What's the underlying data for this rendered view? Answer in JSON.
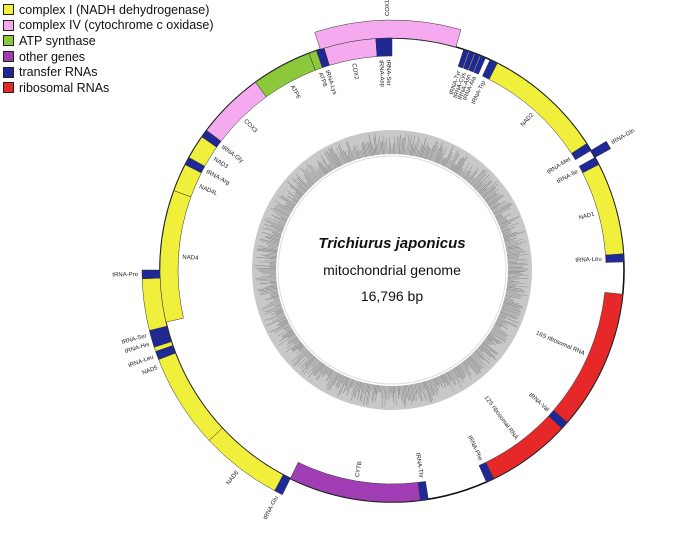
{
  "legend": {
    "items": [
      {
        "label": "complex I (NADH dehydrogenase)",
        "color": "#f0f03c"
      },
      {
        "label": "complex IV (cytochrome c oxidase)",
        "color": "#f5aaf0"
      },
      {
        "label": "ATP synthase",
        "color": "#8cc83c"
      },
      {
        "label": "other genes",
        "color": "#a03cb4"
      },
      {
        "label": "transfer RNAs",
        "color": "#1e2896"
      },
      {
        "label": "ribosomal RNAs",
        "color": "#e62828"
      }
    ]
  },
  "genome": {
    "species": "Trichiurus japonicus",
    "subtitle": "mitochondrial genome",
    "size_label": "16,796 bp"
  },
  "genes": [
    {
      "label": "COX1",
      "type": "cox",
      "strand": "out",
      "start": -18,
      "end": 16
    },
    {
      "label": "tRNA-Trp",
      "type": "trna",
      "strand": "in",
      "start": 25,
      "end": 27
    },
    {
      "label": "tRNA-Tyr",
      "type": "trna",
      "strand": "in",
      "start": 18,
      "end": 19.3
    },
    {
      "label": "tRNA-Cys",
      "type": "trna",
      "strand": "in",
      "start": 19.5,
      "end": 20.8
    },
    {
      "label": "tRNA-Asn",
      "type": "trna",
      "strand": "in",
      "start": 21,
      "end": 22.3
    },
    {
      "label": "tRNA-Ala",
      "type": "trna",
      "strand": "in",
      "start": 22.5,
      "end": 23.8
    },
    {
      "label": "NAD2",
      "type": "nad",
      "strand": "in",
      "start": 27,
      "end": 57
    },
    {
      "label": "tRNA-Met",
      "type": "trna",
      "strand": "in",
      "start": 57,
      "end": 59
    },
    {
      "label": "tRNA-Ile",
      "type": "trna",
      "strand": "in",
      "start": 61,
      "end": 63
    },
    {
      "label": "tRNA-Gln",
      "type": "trna",
      "strand": "out",
      "start": 59,
      "end": 61
    },
    {
      "label": "NAD1",
      "type": "nad",
      "strand": "in",
      "start": 63,
      "end": 86
    },
    {
      "label": "tRNA-Leu",
      "type": "trna",
      "strand": "in",
      "start": 86,
      "end": 88
    },
    {
      "label": "16S ribosomal RNA",
      "type": "rrna",
      "strand": "in",
      "start": 96,
      "end": 131
    },
    {
      "label": "tRNA-Val",
      "type": "trna",
      "strand": "in",
      "start": 131,
      "end": 133
    },
    {
      "label": "12S ribosomal RNA",
      "type": "rrna",
      "strand": "in",
      "start": 133,
      "end": 154
    },
    {
      "label": "tRNA-Phe",
      "type": "trna",
      "strand": "in",
      "start": 154,
      "end": 156
    },
    {
      "label": "tRNA-Thr",
      "type": "trna",
      "strand": "in",
      "start": 171,
      "end": 173
    },
    {
      "label": "CYTB",
      "type": "other",
      "strand": "in",
      "start": 173,
      "end": 206
    },
    {
      "label": "tRNA-Glu",
      "type": "trna",
      "strand": "out",
      "start": 206,
      "end": 208
    },
    {
      "label": "NAD6",
      "type": "nad",
      "strand": "out",
      "start": 208,
      "end": 227
    },
    {
      "label": "NAD5",
      "type": "nad",
      "strand": "out",
      "start": 227,
      "end": 268
    },
    {
      "label": "tRNA-Pro",
      "type": "trna",
      "strand": "out",
      "start": 268,
      "end": 270
    },
    {
      "label": "tRNA-Leu",
      "type": "trna",
      "strand": "out",
      "start": 249,
      "end": 251
    },
    {
      "label": "tRNA-His",
      "type": "trna",
      "strand": "out",
      "start": 252,
      "end": 254
    },
    {
      "label": "tRNA-Ser",
      "type": "trna",
      "strand": "out",
      "start": 254,
      "end": 256
    },
    {
      "label": "NAD4",
      "type": "nad",
      "strand": "in",
      "start": 257,
      "end": 290
    },
    {
      "label": "NAD4L",
      "type": "nad",
      "strand": "in",
      "start": 290,
      "end": 297
    },
    {
      "label": "tRNA-Arg",
      "type": "trna",
      "strand": "in",
      "start": 297,
      "end": 299
    },
    {
      "label": "NAD3",
      "type": "nad",
      "strand": "in",
      "start": 299,
      "end": 305
    },
    {
      "label": "tRNA-Gly",
      "type": "trna",
      "strand": "in",
      "start": 305,
      "end": 307
    },
    {
      "label": "COX3",
      "type": "cox",
      "strand": "in",
      "start": 307,
      "end": 324
    },
    {
      "label": "ATP6",
      "type": "atp",
      "strand": "in",
      "start": 324,
      "end": 339
    },
    {
      "label": "ATP8",
      "type": "atp",
      "strand": "in",
      "start": 339,
      "end": 341
    },
    {
      "label": "tRNA-Lys",
      "type": "trna",
      "strand": "in",
      "start": 341,
      "end": 343
    },
    {
      "label": "COX2",
      "type": "cox",
      "strand": "in",
      "start": 343,
      "end": 356
    },
    {
      "label": "tRNA-Asp",
      "type": "trna",
      "strand": "in",
      "start": 356,
      "end": 358
    },
    {
      "label": "tRNA-Ser",
      "type": "trna",
      "strand": "in",
      "start": 358,
      "end": 360
    }
  ]
}
